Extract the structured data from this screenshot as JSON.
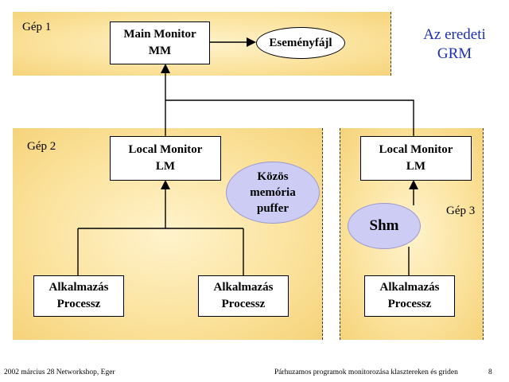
{
  "machines": {
    "m1": "Gép 1",
    "m2": "Gép 2",
    "m3": "Gép 3"
  },
  "title": "Az eredeti\nGRM",
  "main_monitor": "Main Monitor\nMM",
  "event_file": "Eseményfájl",
  "lm2": "Local Monitor\nLM",
  "lm3": "Local Monitor\nLM",
  "shared_mem": "Közös\nmemória\npuffer",
  "shm": "Shm",
  "proc_left": "Alkalmazás\nProcessz",
  "proc_mid": "Alkalmazás\nProcessz",
  "proc_right": "Alkalmazás\nProcessz",
  "footer": {
    "left": "2002 március 28  Networkshop, Eger",
    "center": "Párhuzamos programok monitorozása klasztereken és griden",
    "page": "8"
  },
  "colors": {
    "panel": "#fbe29c",
    "bubble": "#ccccf5",
    "title": "#1c2fb5"
  }
}
